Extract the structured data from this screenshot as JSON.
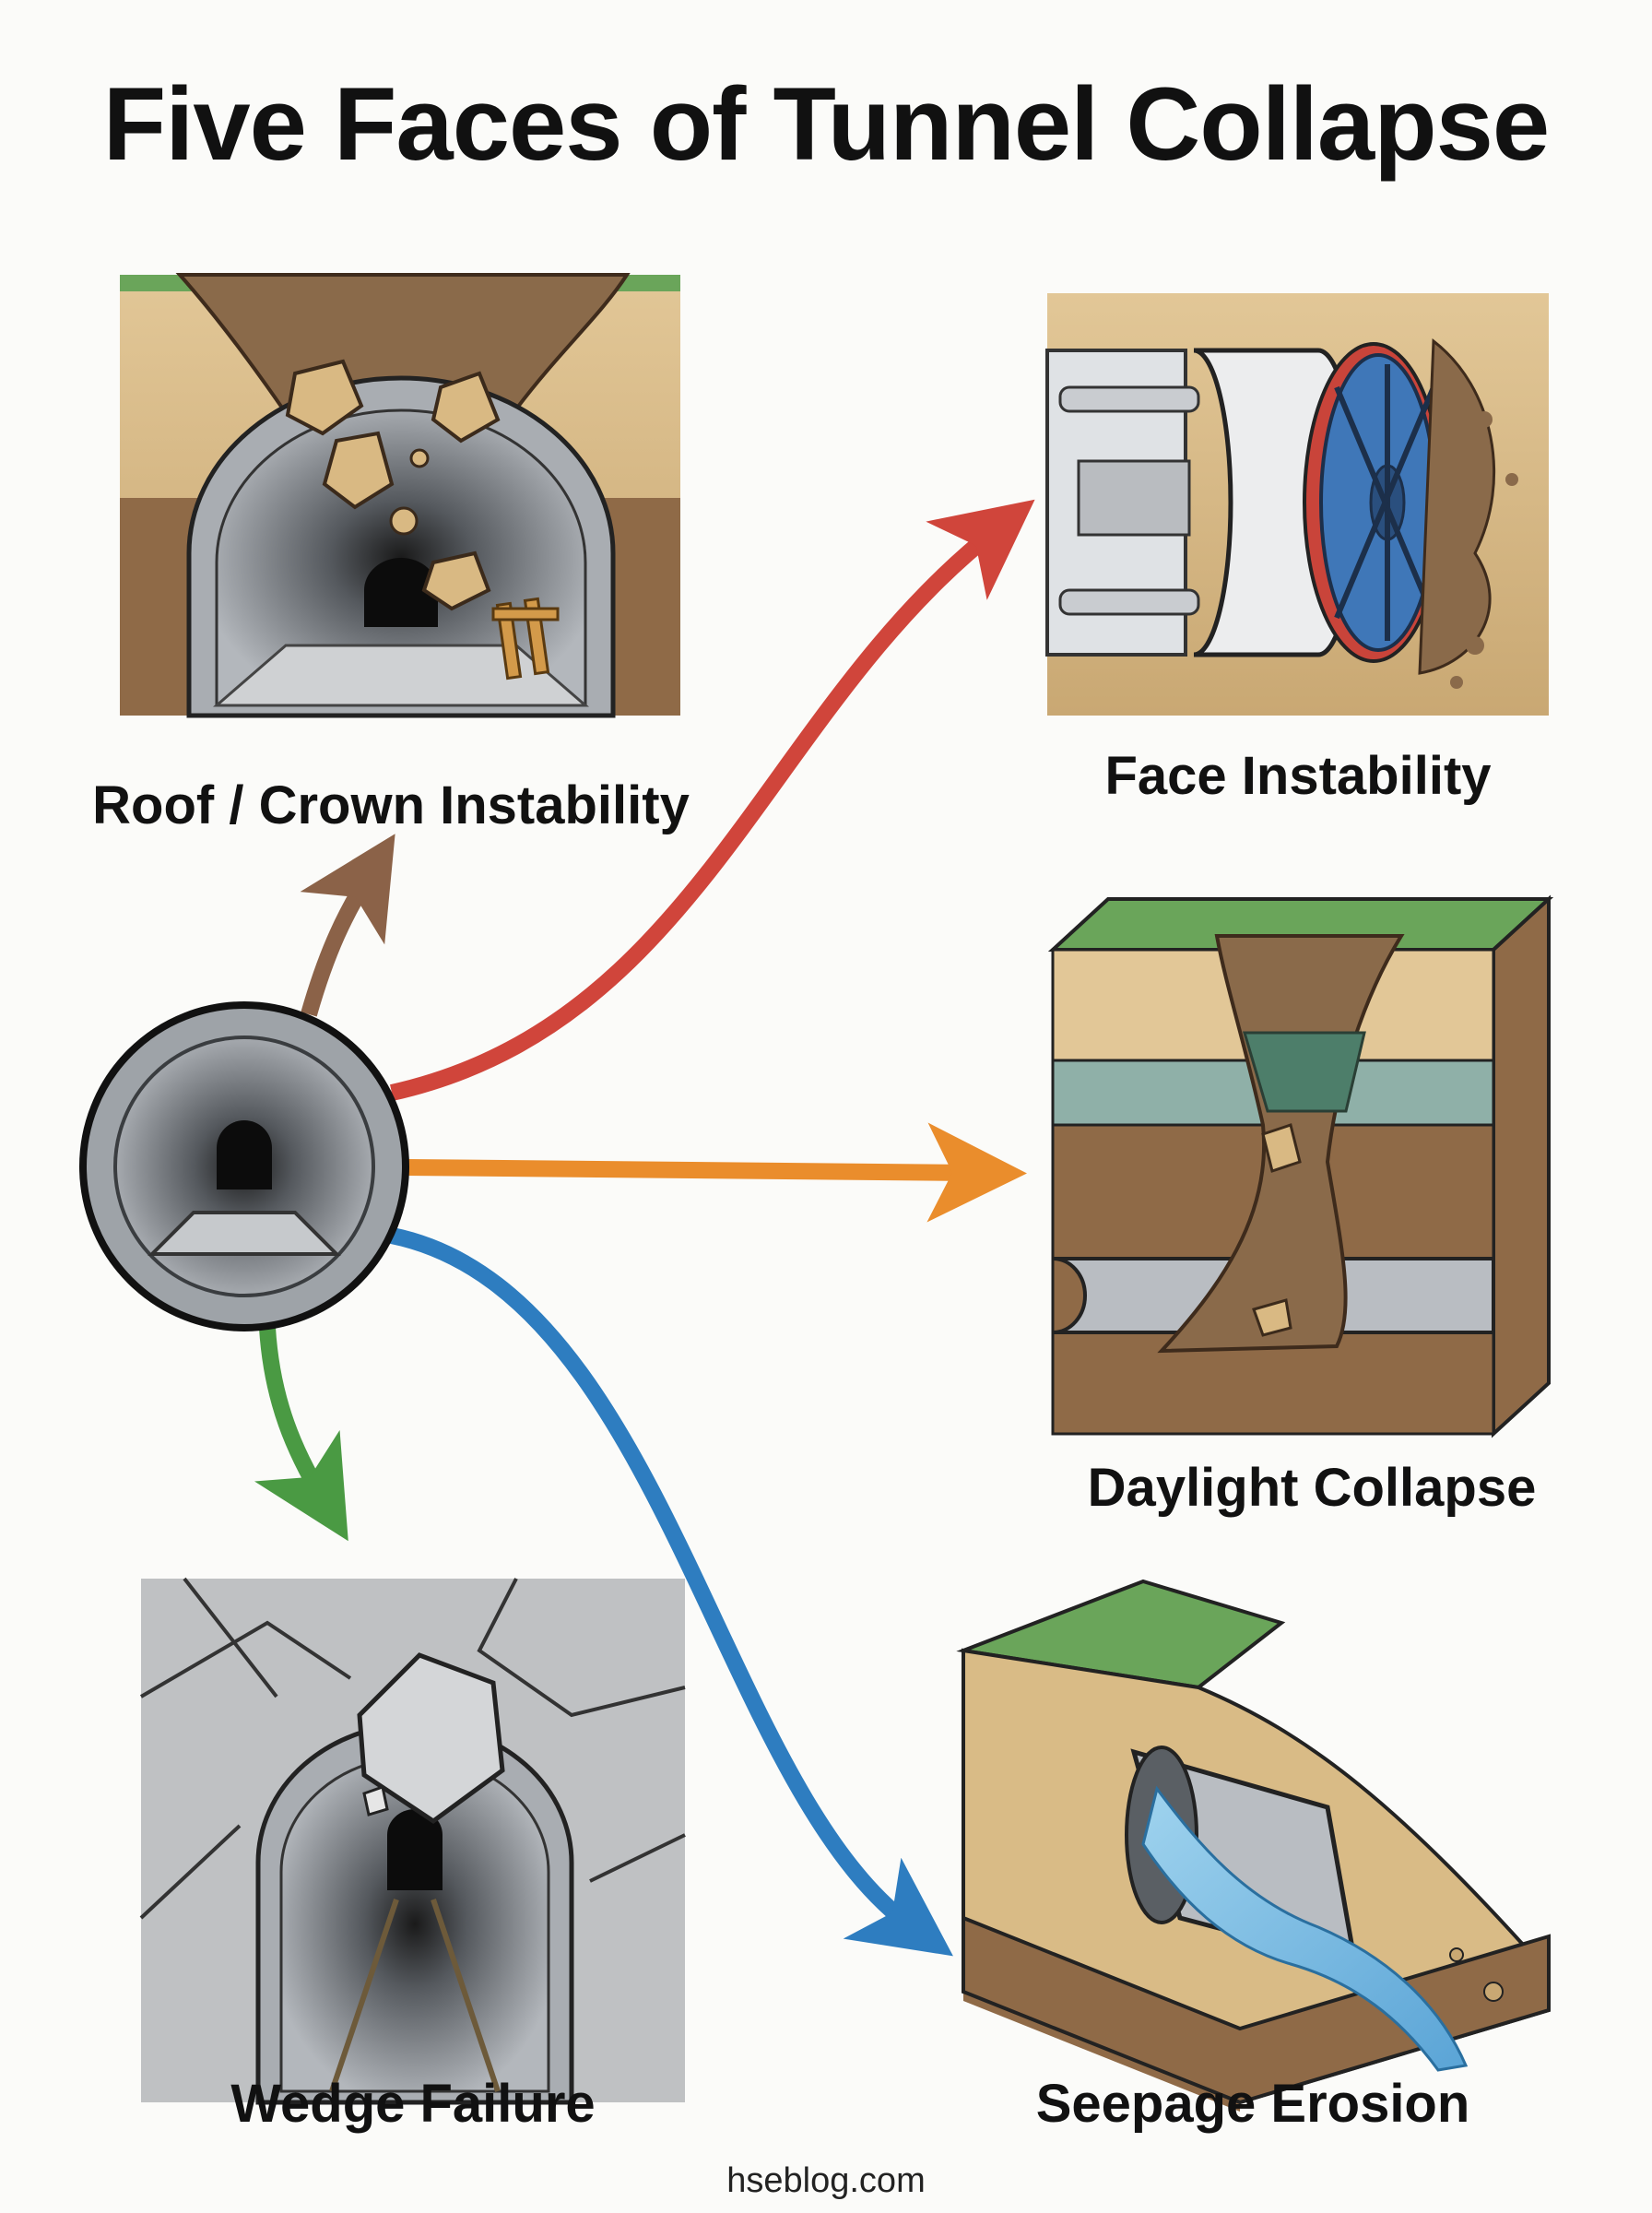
{
  "title": "Five Faces of Tunnel Collapse",
  "footer": "hseblog.com",
  "colors": {
    "roof": "#8b6248",
    "face": "#d0453b",
    "daylight": "#ea8d2c",
    "wedge": "#4a9a43",
    "seepage": "#2e7dc0"
  },
  "modes": [
    {
      "id": "roof",
      "label": "Roof / Crown Instability"
    },
    {
      "id": "face",
      "label": "Face Instability"
    },
    {
      "id": "daylight",
      "label": "Daylight Collapse"
    },
    {
      "id": "wedge",
      "label": "Wedge Failure"
    },
    {
      "id": "seepage",
      "label": "Seepage Erosion"
    }
  ]
}
